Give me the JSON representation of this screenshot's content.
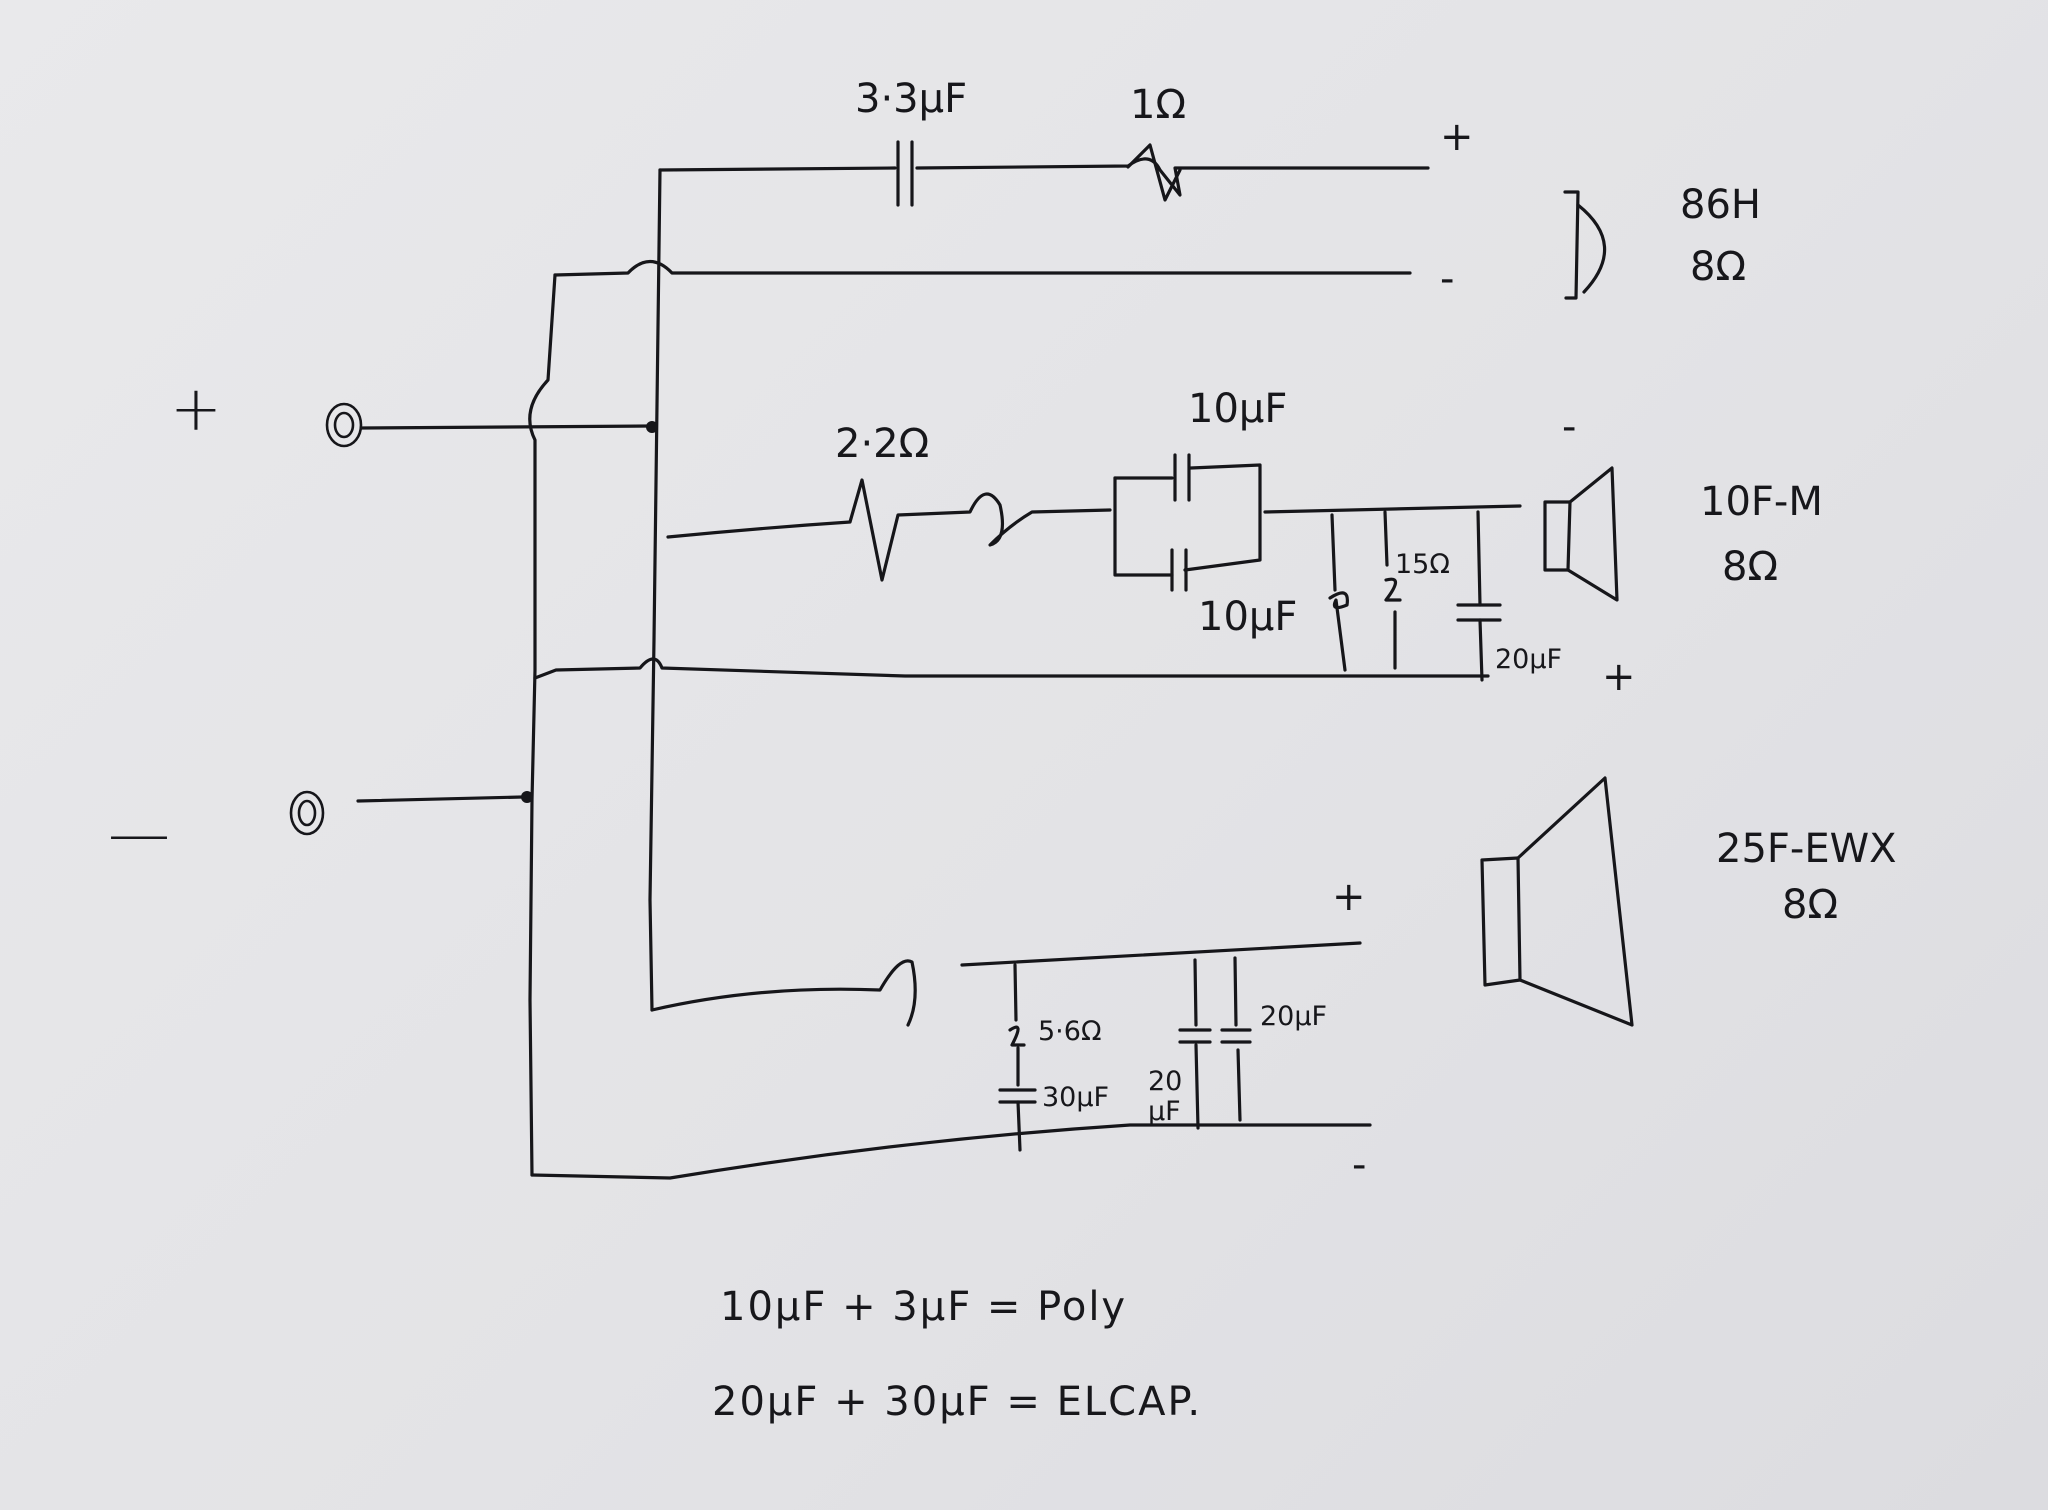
{
  "terminals": {
    "plus": "+",
    "minus": "—"
  },
  "tweeter": {
    "cap": "3·3µF",
    "res": "1Ω",
    "plus": "+",
    "minus": "-",
    "model": "86H",
    "imp": "8Ω"
  },
  "mid": {
    "res": "2·2Ω",
    "cap1": "10µF",
    "cap2": "10µF",
    "res2": "15Ω",
    "cap3": "20µF",
    "minus": "-",
    "plus": "+",
    "model": "10F-M",
    "imp": "8Ω"
  },
  "woofer": {
    "plus": "+",
    "minus": "-",
    "res": "5·6Ω",
    "cap1": "30µF",
    "cap2_top": "20",
    "cap2_bottom": "µF",
    "cap3": "20µF",
    "model": "25F-EWX",
    "imp": "8Ω"
  },
  "notes": [
    "10µF + 3µF = Poly",
    "20µF + 30µF = ELCAP."
  ]
}
